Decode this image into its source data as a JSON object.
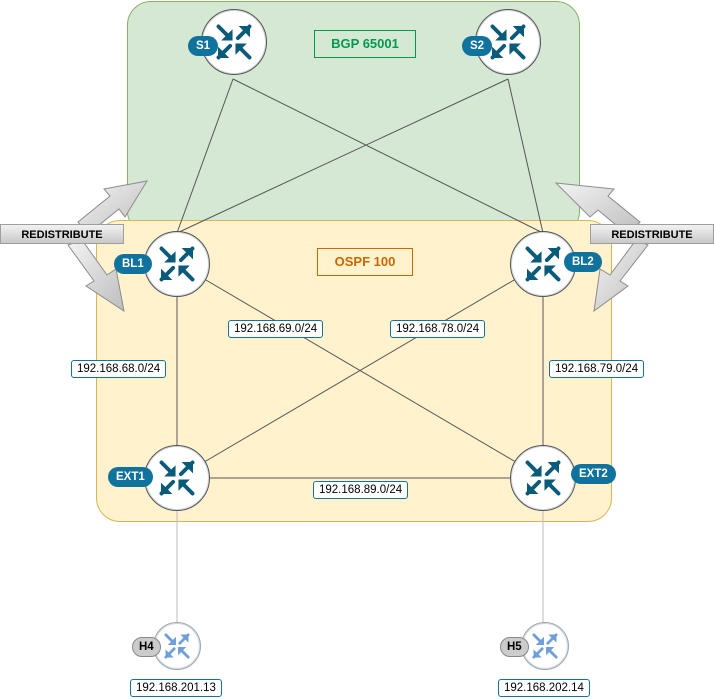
{
  "zones": {
    "bgp": {
      "label": "BGP 65001",
      "color": "#00994d"
    },
    "ospf": {
      "label": "OSPF 100",
      "color": "#cc6600"
    }
  },
  "routers": {
    "s1": {
      "label": "S1"
    },
    "s2": {
      "label": "S2"
    },
    "bl1": {
      "label": "BL1"
    },
    "bl2": {
      "label": "BL2"
    },
    "ext1": {
      "label": "EXT1"
    },
    "ext2": {
      "label": "EXT2"
    },
    "h4": {
      "label": "H4",
      "ip": "192.168.201.13"
    },
    "h5": {
      "label": "H5",
      "ip": "192.168.202.14"
    }
  },
  "subnets": {
    "bl1_ext1": "192.168.68.0/24",
    "bl1_ext2": "192.168.69.0/24",
    "bl2_ext1": "192.168.78.0/24",
    "bl2_ext2": "192.168.79.0/24",
    "ext1_ext2": "192.168.89.0/24"
  },
  "redistribute": {
    "left": "REDISTRIBUTE",
    "right": "REDISTRIBUTE"
  },
  "colors": {
    "badge": "#10739e",
    "link": "#555555",
    "host_link": "#bbbbbb"
  }
}
